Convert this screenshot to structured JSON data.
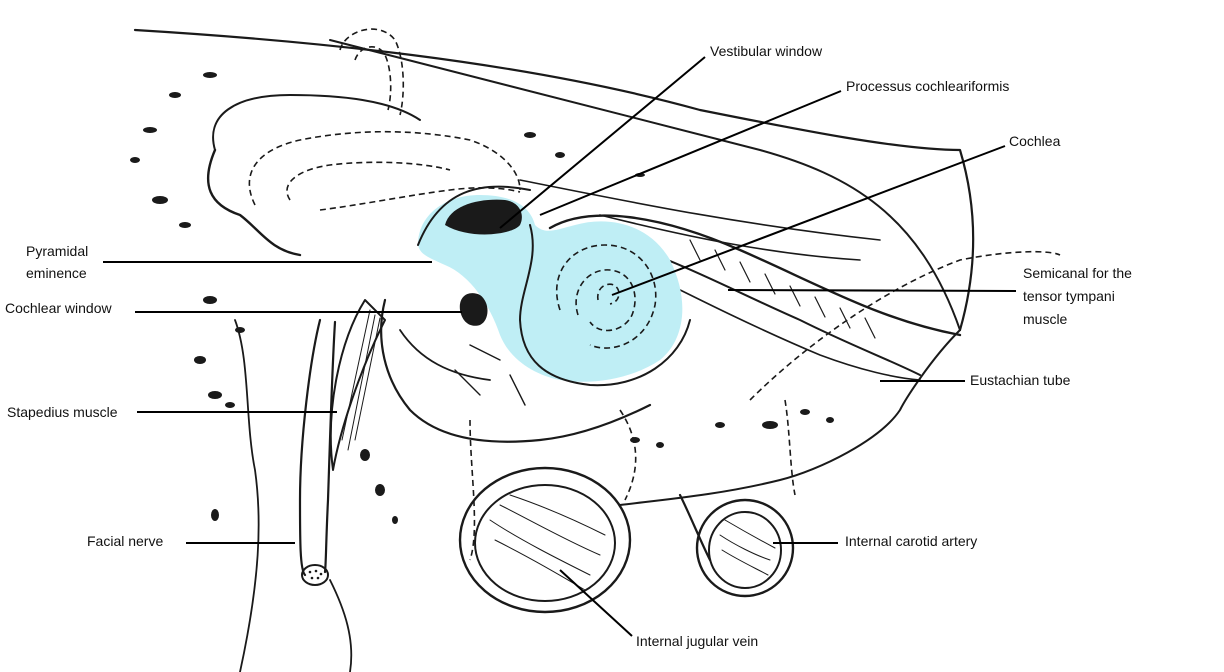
{
  "colors": {
    "highlight": "#bfeef5",
    "ink": "#1a1a1a",
    "background": "#ffffff"
  },
  "labels": {
    "vestibular_window": "Vestibular window",
    "processus": "Processus cochleariformis",
    "cochlea": "Cochlea",
    "pyramidal_1": "Pyramidal",
    "pyramidal_2": "eminence",
    "cochlear_window": "Cochlear window",
    "semicanal_1": "Semicanal for the",
    "semicanal_2": "tensor tympani",
    "semicanal_3": "muscle",
    "eustachian": "Eustachian tube",
    "stapedius": "Stapedius muscle",
    "facial_nerve": "Facial nerve",
    "carotid": "Internal carotid artery",
    "jugular": "Internal jugular vein"
  }
}
